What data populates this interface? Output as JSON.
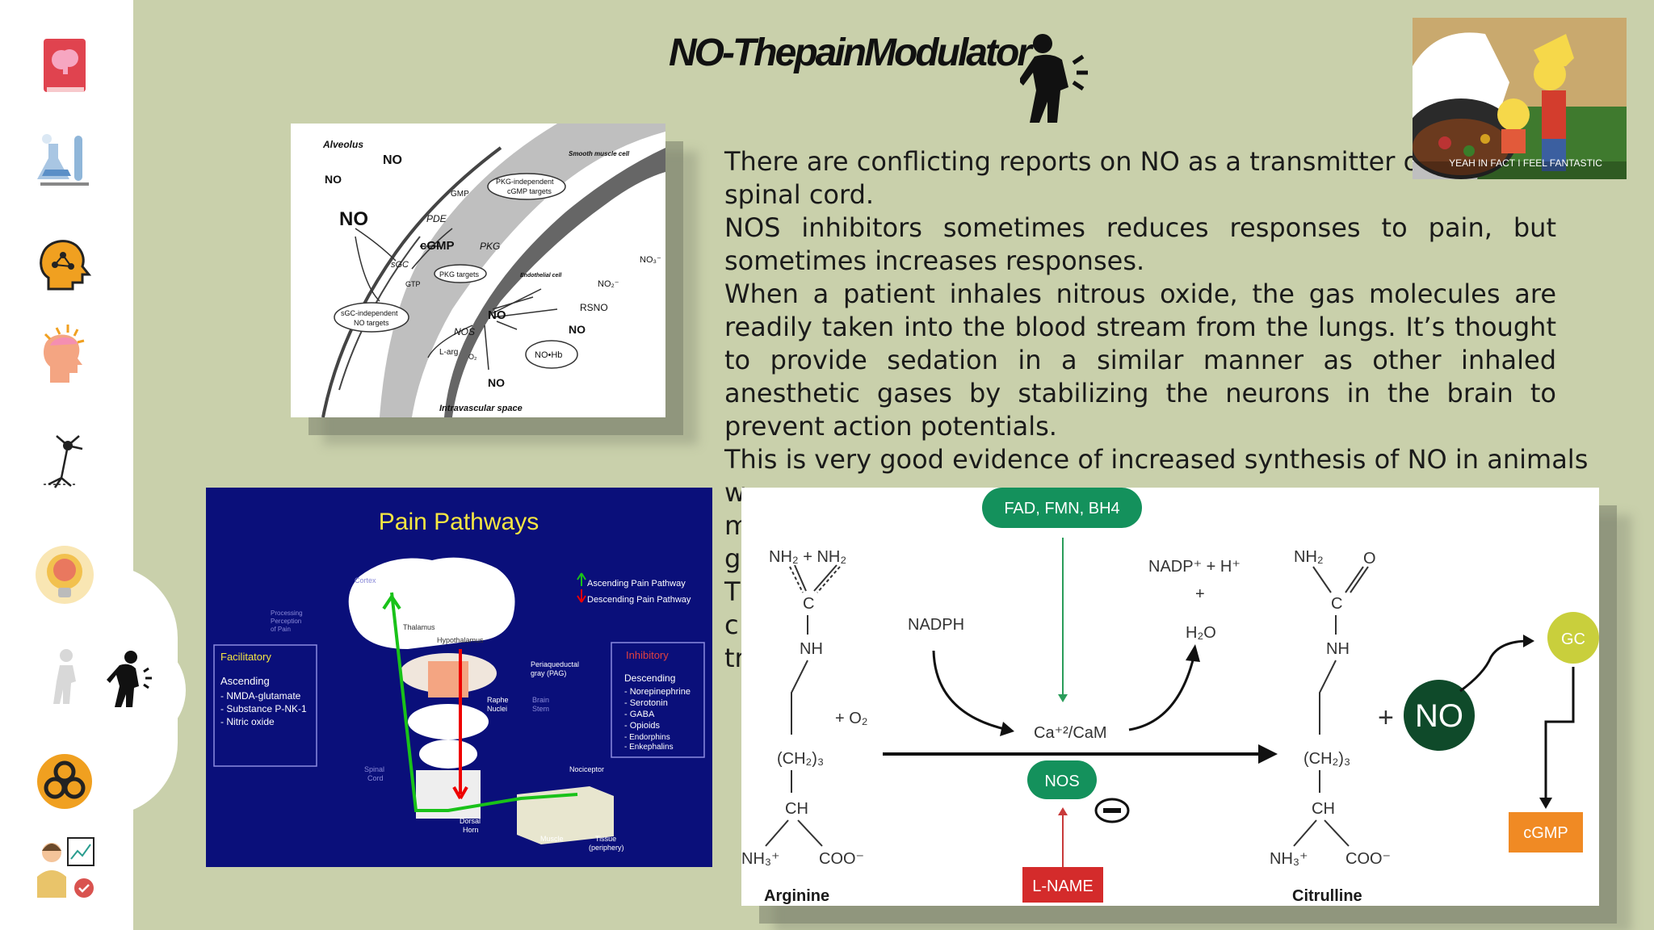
{
  "slide": {
    "title": "NO-ThepainModulator",
    "paragraphs": [
      "There are conflicting reports on NO as a transmitter of",
      "spinal cord.",
      "NOS inhibitors sometimes reduces responses to pain, but sometimes increases responses.",
      "When a patient inhales nitrous oxide, the gas molecules are readily taken into the blood stream from the lungs. It’s thought to provide sedation in a similar manner as other inhaled anesthetic gases by stabilizing the neurons in the brain to prevent action potentials.",
      "This is very good evidence of increased synthesis of NO in animals",
      "w",
      "m",
      "g",
      "T",
      "c",
      "tr"
    ]
  },
  "sidebar": {
    "icons": [
      {
        "name": "brain-book-icon",
        "color": "#e0434f"
      },
      {
        "name": "lab-flasks-icon",
        "color": "#8fb6d9"
      },
      {
        "name": "head-network-icon",
        "color": "#f0a020"
      },
      {
        "name": "headache-icon",
        "color": "#f4a582"
      },
      {
        "name": "neuron-icon",
        "color": "#222222"
      },
      {
        "name": "lightbulb-brain-icon",
        "color": "#f2c14e"
      },
      {
        "name": "pain-person-faded-icon",
        "color": "#cccccc"
      },
      {
        "name": "pain-person-active-icon",
        "color": "#111111"
      },
      {
        "name": "biohazard-icon",
        "color": "#f0a020"
      },
      {
        "name": "scientist-icon",
        "color": "#d9534f"
      }
    ]
  },
  "figure_no_alveolus": {
    "labels": [
      "Alveolus",
      "NO",
      "NO",
      "NO",
      "Smooth muscle cell",
      "PKG-independent cGMP targets",
      "GMP",
      "PDE",
      "cGMP",
      "PKG",
      "sGC",
      "GTP",
      "PKG targets",
      "Endothelial cell",
      "NO3-",
      "NO2-",
      "sGC-independent NO targets",
      "NO",
      "RSNO",
      "NOS",
      "NO",
      "L-arg",
      "O2",
      "NO-Hb",
      "NO",
      "Intravascular space"
    ]
  },
  "figure_pain_pathways": {
    "title": "Pain Pathways",
    "legend": [
      "Ascending Pain Pathway",
      "Descending Pain Pathway"
    ],
    "facilitatory": {
      "heading": "Facilitatory",
      "sub": "Ascending",
      "items": [
        "- NMDA-glutamate",
        "- Substance P-NK-1",
        "- Nitric oxide"
      ]
    },
    "inhibitory": {
      "heading": "Inhibitory",
      "sub": "Descending",
      "items": [
        "- Norepinephrine",
        "- Serotonin",
        "- GABA",
        "- Opioids",
        "  - Endorphins",
        "  - Enkephalins"
      ]
    },
    "labels": [
      "Cortex",
      "Processing Perception of Pain",
      "Thalamus",
      "Hypothalamus",
      "Periaqueductal gray (PAG)",
      "Raphe Nuclei",
      "Brain Stem",
      "Spinal Cord",
      "Nociceptor",
      "Dorsal Horn",
      "Muscle",
      "Tissue (periphery)"
    ]
  },
  "figure_nos_reaction": {
    "cofactor": "FAD, FMN, BH4",
    "nadph": "NADPH",
    "nadp": "NADP⁺ + H⁺",
    "plus": "+",
    "h2o": "H₂O",
    "o2": "+ O₂",
    "ca": "Ca⁺²/CaM",
    "nos": "NOS",
    "lname": "L-NAME",
    "arginine": "Arginine",
    "citrulline": "Citrulline",
    "no": "NO",
    "gc": "GC",
    "cgmp": "cGMP",
    "nh2_pair": "NH₂ + NH₂",
    "nh2": "NH₂",
    "o": "O",
    "c": "C",
    "nh": "NH",
    "ch2": "(CH₂)₃",
    "ch": "CH",
    "nh3": "NH₃⁺",
    "coo": "COO⁻",
    "plus_big": "+"
  },
  "video_thumb": {
    "caption": "YEAH IN FACT I FEEL FANTASTIC"
  }
}
